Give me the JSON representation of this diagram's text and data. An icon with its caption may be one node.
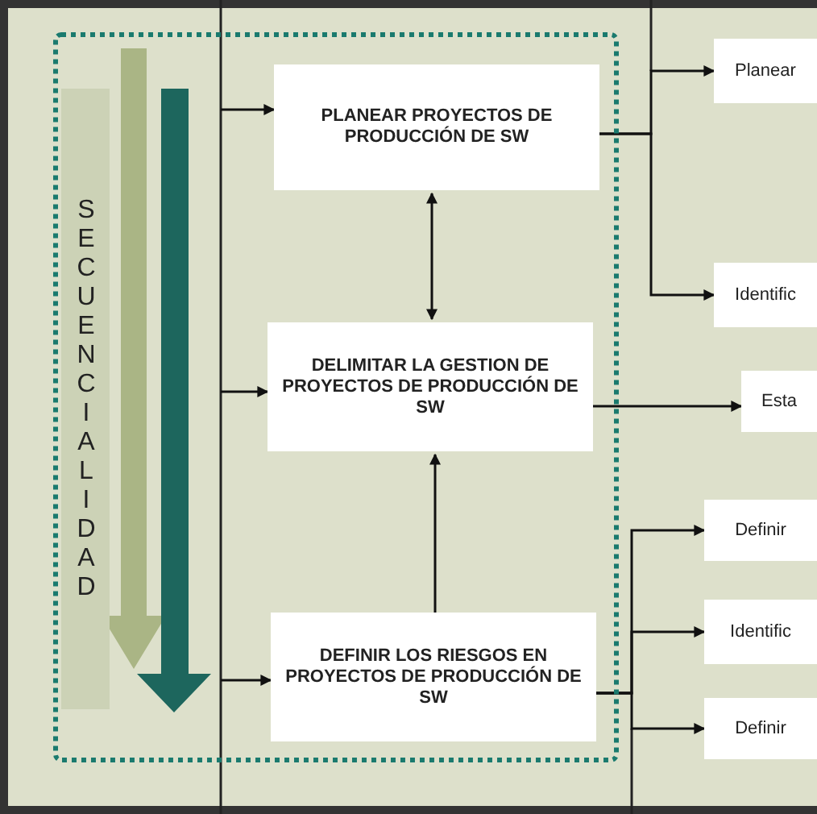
{
  "diagram": {
    "nodes": [
      {
        "text": [],
        "shape": "box"
      },
      {
        "text": [
          "SECUENCIALIDAD"
        ],
        "in": 0
      },
      {
        "text": [
          "PLANEAR PROYECTOS DE PRODUCCIÓN DE SW"
        ],
        "in": 0
      },
      {
        "text": [
          "Planear"
        ]
      },
      {
        "text": [
          "Identific"
        ]
      },
      {
        "text": [
          "DELIMITAR LA GESTION DE PROYECTOS DE PRODUCCIÓN DE SW"
        ],
        "in": 0
      },
      {
        "text": [
          "Esta"
        ]
      },
      {
        "text": [
          "DEFINIR LOS RIESGOS EN PROYECTOS DE PRODUCCIÓN DE SW"
        ],
        "in": 0
      },
      {
        "text": [
          "Definir"
        ]
      },
      {
        "text": [
          "Identific"
        ]
      },
      {
        "text": [
          "Definir"
        ]
      }
    ],
    "edges": [
      {
        "from": null,
        "to": 2,
        "arrow": "to"
      },
      {
        "from": null,
        "to": 5,
        "arrow": "to"
      },
      {
        "from": null,
        "to": 7,
        "arrow": "to"
      },
      {
        "from": 2,
        "to": 3,
        "arrow": "to"
      },
      {
        "from": 2,
        "to": 4,
        "arrow": "to"
      },
      {
        "from": 2,
        "to": 5,
        "arrow": "both"
      },
      {
        "from": 5,
        "to": 6,
        "arrow": "to"
      },
      {
        "from": 7,
        "to": 5,
        "arrow": "to"
      },
      {
        "from": 7,
        "to": 8,
        "arrow": "to"
      },
      {
        "from": 7,
        "to": 9,
        "arrow": "to"
      },
      {
        "from": 7,
        "to": 10,
        "arrow": "to"
      }
    ]
  }
}
